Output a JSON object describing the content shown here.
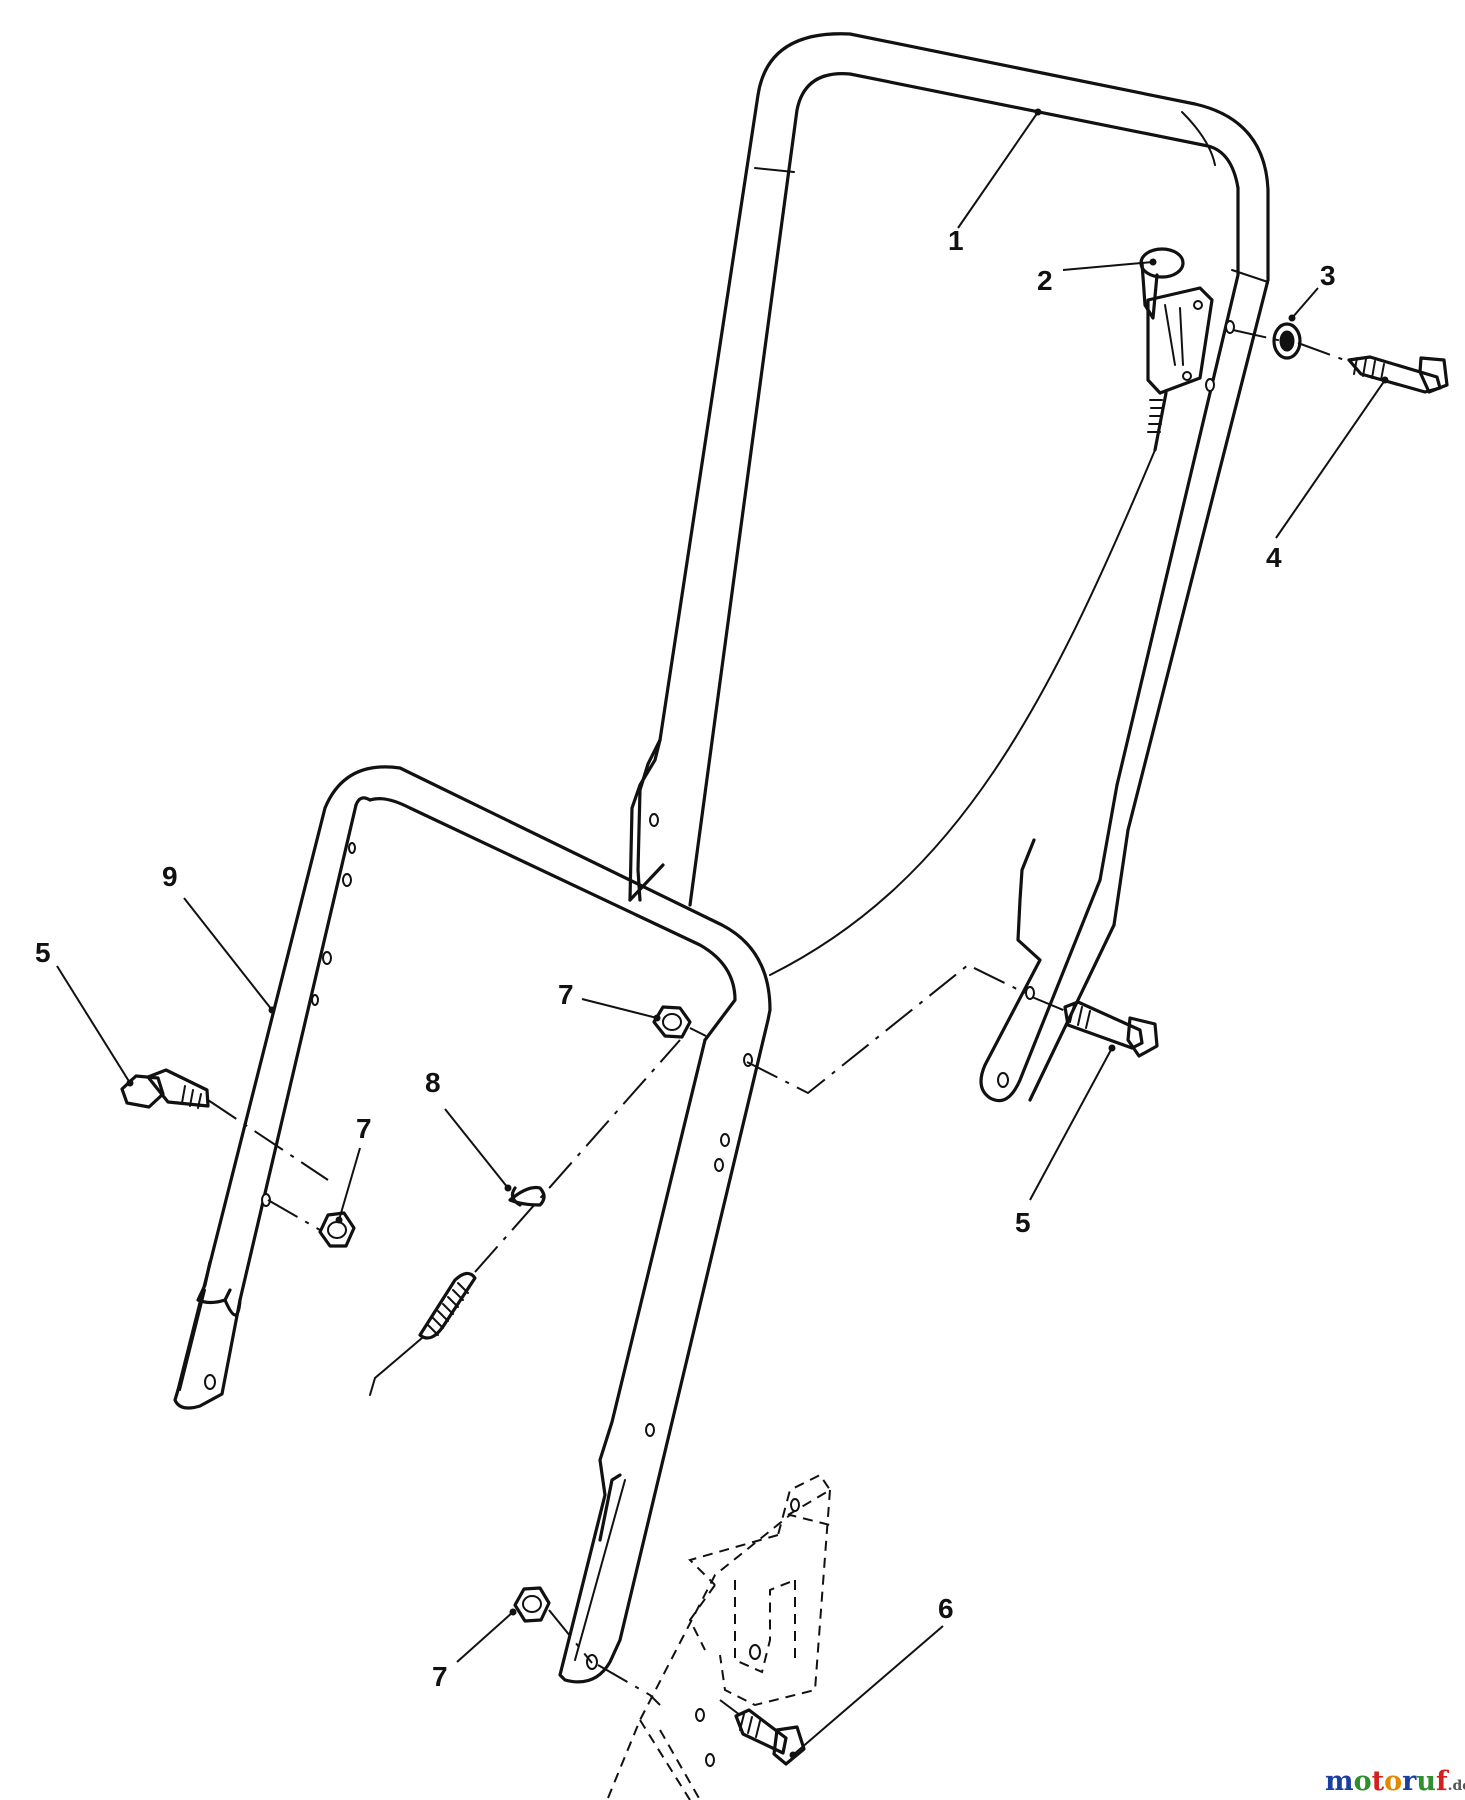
{
  "diagram": {
    "callouts": [
      "1",
      "2",
      "3",
      "4",
      "5",
      "5",
      "6",
      "7",
      "7",
      "7",
      "8",
      "9"
    ]
  },
  "watermark": {
    "segments": [
      "m",
      "o",
      "t",
      "o",
      "r",
      "u",
      "f"
    ],
    "colors": [
      "#1a3fa0",
      "#2f8f2f",
      "#d41f1f",
      "#e08a00",
      "#1a3fa0",
      "#2f8f2f",
      "#d41f1f"
    ],
    "suffix": ".de"
  }
}
